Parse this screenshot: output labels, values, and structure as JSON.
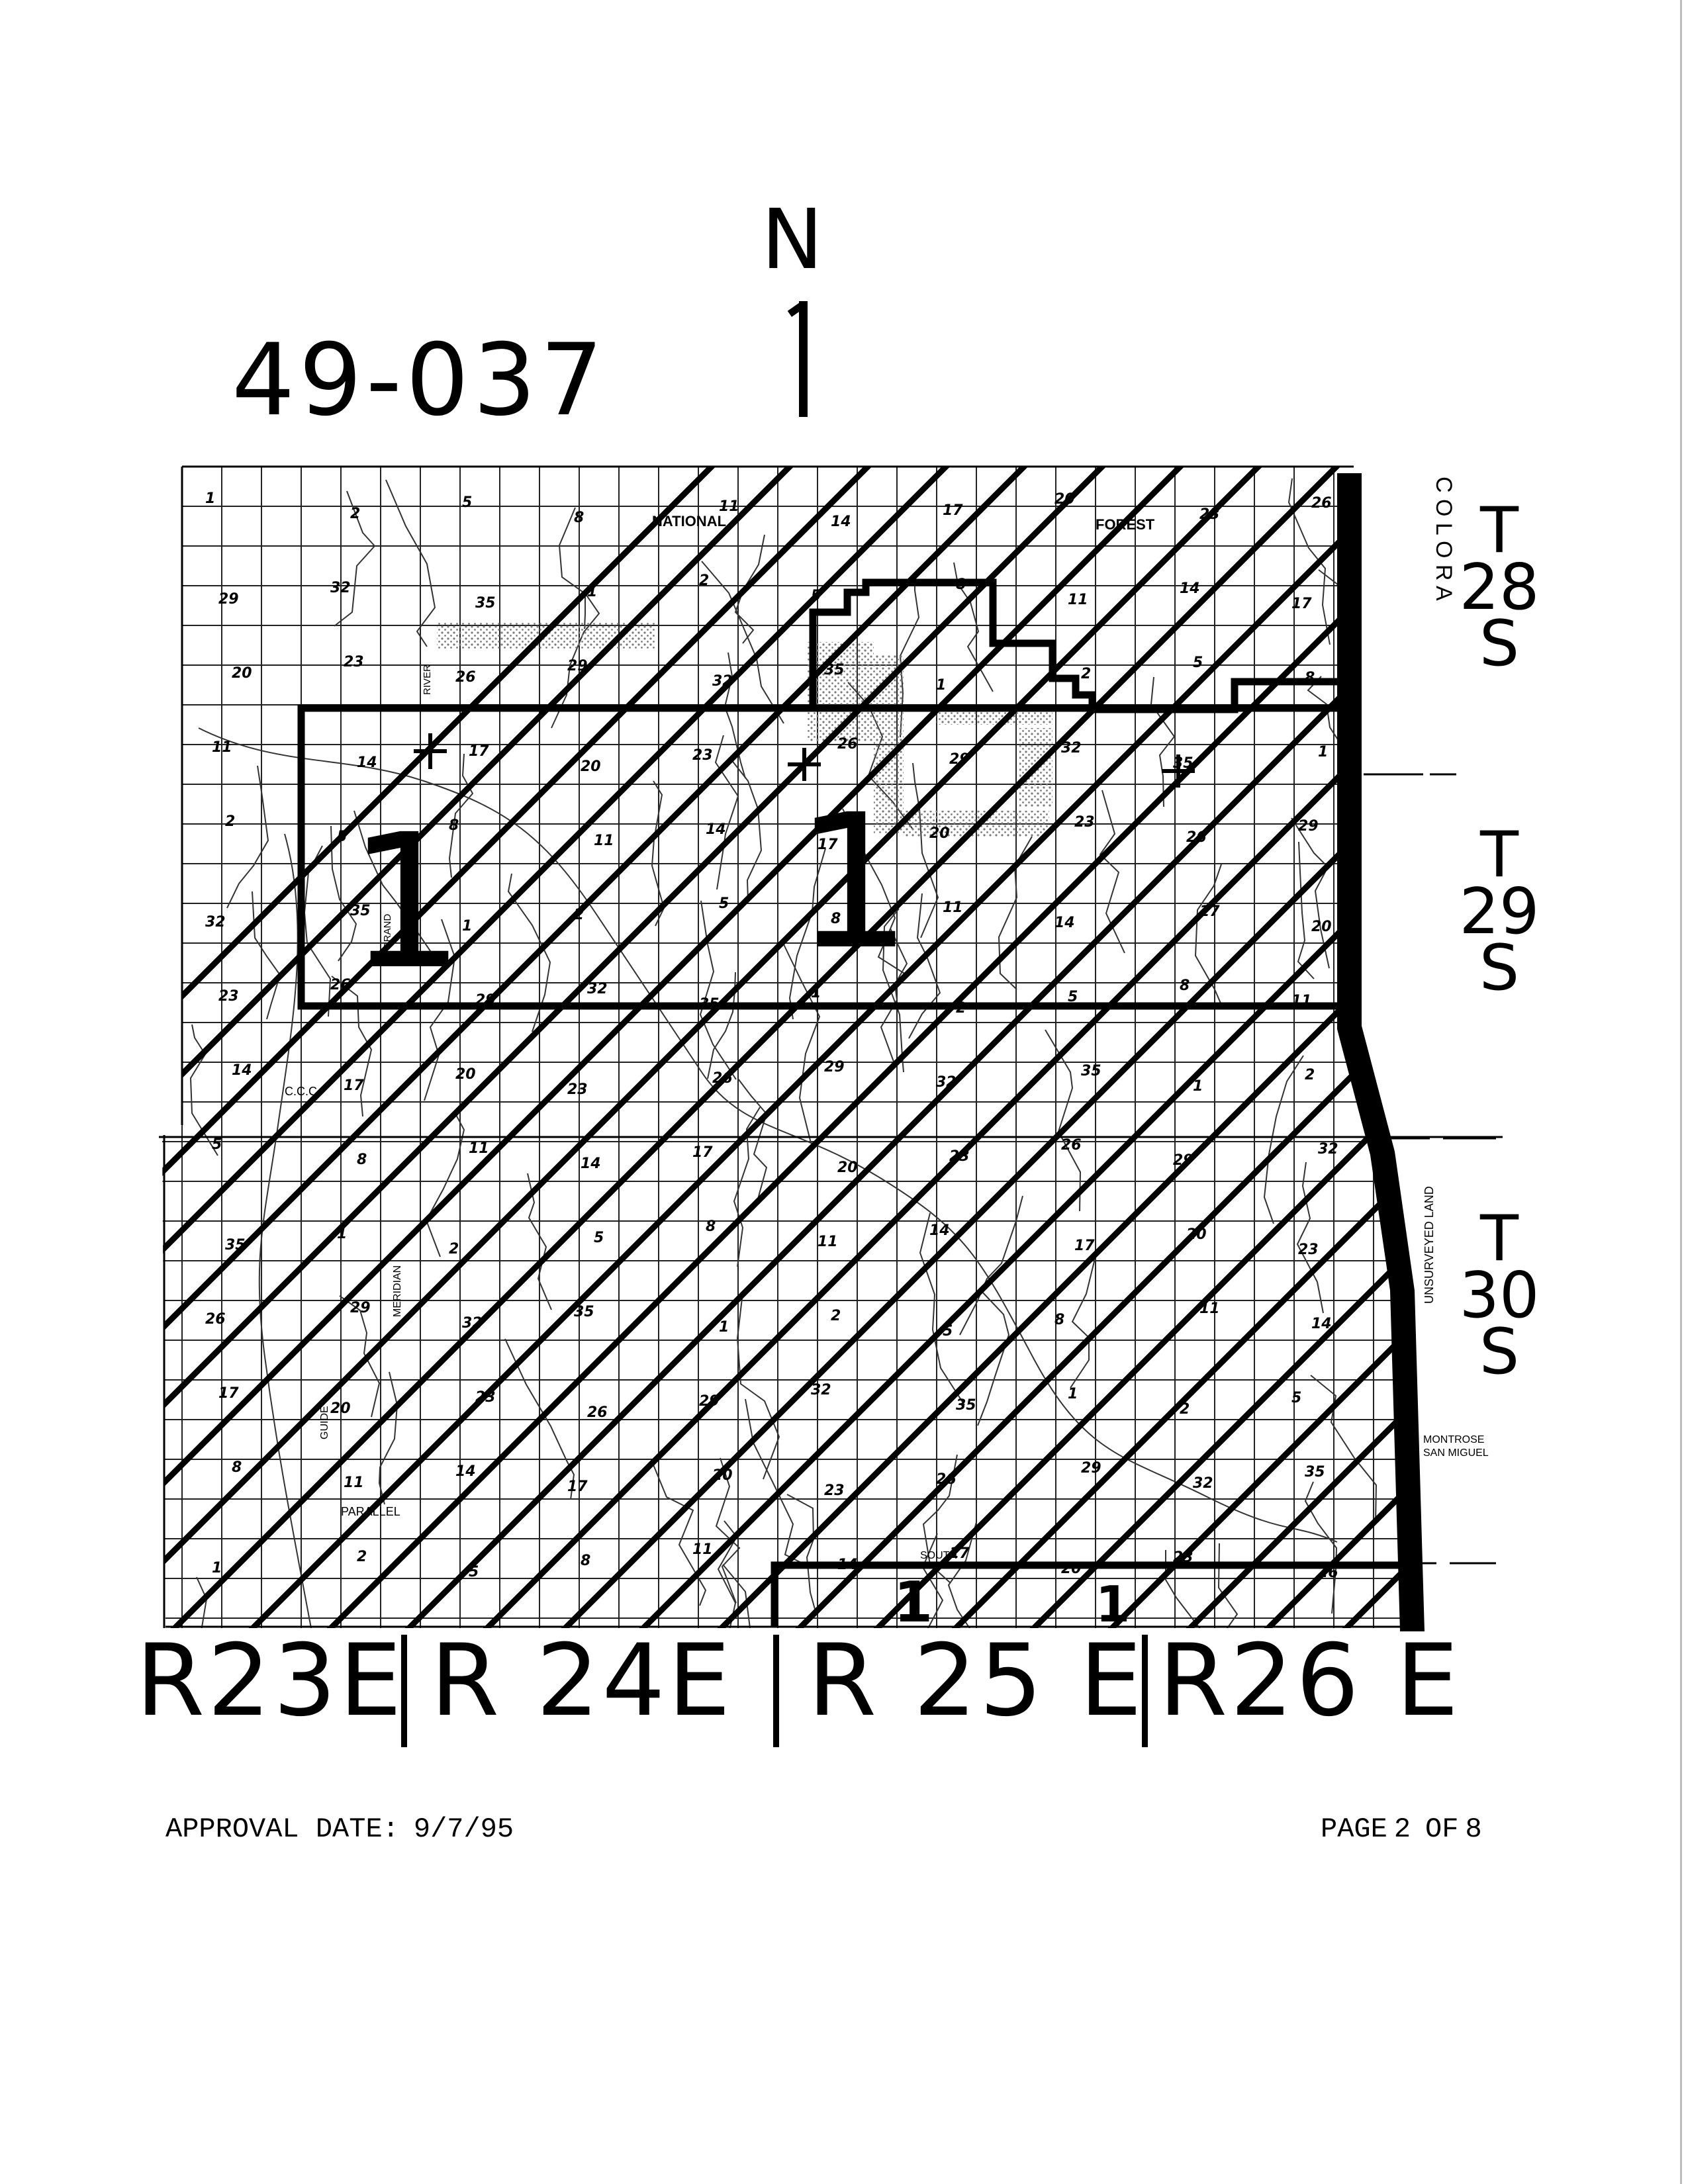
{
  "document": {
    "id": "49-037",
    "north_letter": "N",
    "township_labels": [
      {
        "name": "T28S",
        "lines": [
          "T",
          "28",
          "S"
        ]
      },
      {
        "name": "T29S",
        "lines": [
          "T",
          "29",
          "S"
        ]
      },
      {
        "name": "T30S",
        "lines": [
          "T",
          "30",
          "S"
        ]
      }
    ],
    "range_labels": [
      "R23E",
      "R 24E",
      "R 25 E",
      "R26 E"
    ],
    "zone_marker": "1",
    "approval_label": "APPROVAL DATE:",
    "approval_date": "9/7/95",
    "page_label": "PAGE",
    "page_current": "2",
    "page_of": "OF",
    "page_total": "8"
  },
  "map": {
    "printed_labels": [
      "NATIONAL",
      "FOREST",
      "C O L O R A",
      "UNSURVEYED LAND",
      "MONTROSE",
      "SAN MIGUEL",
      "PARALLEL",
      "SOUTH",
      "C.C.C.",
      "MERIDIAN",
      "GUIDE",
      "GRAND",
      "RIVER"
    ],
    "section_numbers": [
      "1",
      "2",
      "5",
      "8",
      "11",
      "14",
      "17",
      "20",
      "23",
      "26",
      "29",
      "32",
      "35"
    ],
    "zone_markers": [
      "1",
      "1",
      "1",
      "1"
    ],
    "hatched_areas": "diagonal",
    "outlined_zones": 3
  },
  "colors": {
    "ink": "#000000",
    "paper": "#ffffff",
    "stipple": "#7a7a7a"
  }
}
